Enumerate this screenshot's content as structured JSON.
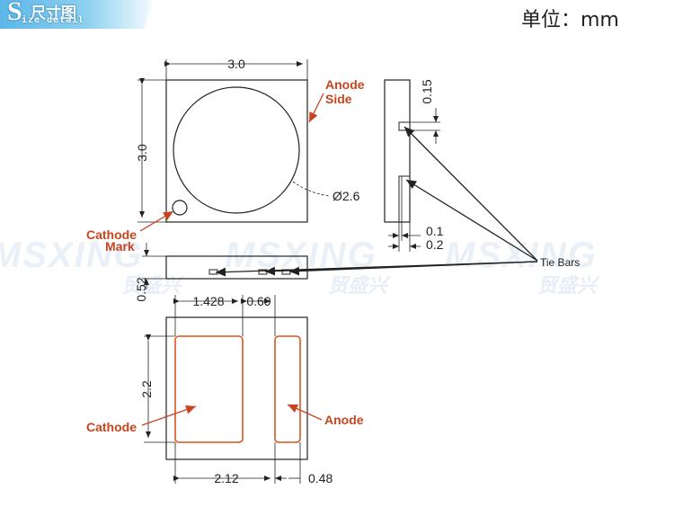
{
  "header": {
    "badge_letter": "S",
    "badge_title": "尺寸图",
    "badge_subtitle": "ize detail",
    "unit": "单位：mm"
  },
  "watermark": {
    "brand_en": "MSXING",
    "brand_cn": "贸盛兴"
  },
  "dimensions": {
    "top_width": "3.0",
    "top_height": "3.0",
    "lens_diameter": "Ø2.6",
    "side_height": "0.15",
    "tie_bar_1": "0.1",
    "tie_bar_2": "0.2",
    "package_thickness": "0.52",
    "pad_gap_left": "1.428",
    "pad_gap_right": "0.69",
    "pad_height": "2.2",
    "cathode_pad_width": "2.12",
    "anode_pad_width": "0.48"
  },
  "callouts": {
    "anode_side_line1": "Anode",
    "anode_side_line2": "Side",
    "cathode_mark_line1": "Cathode",
    "cathode_mark_line2": "Mark",
    "tie_bars": "Tie Bars",
    "cathode": "Cathode",
    "anode": "Anode"
  },
  "colors": {
    "outline": "#222222",
    "callout": "#c8451f",
    "pad": "#d9541e",
    "header_band": "#5bb7e8"
  }
}
